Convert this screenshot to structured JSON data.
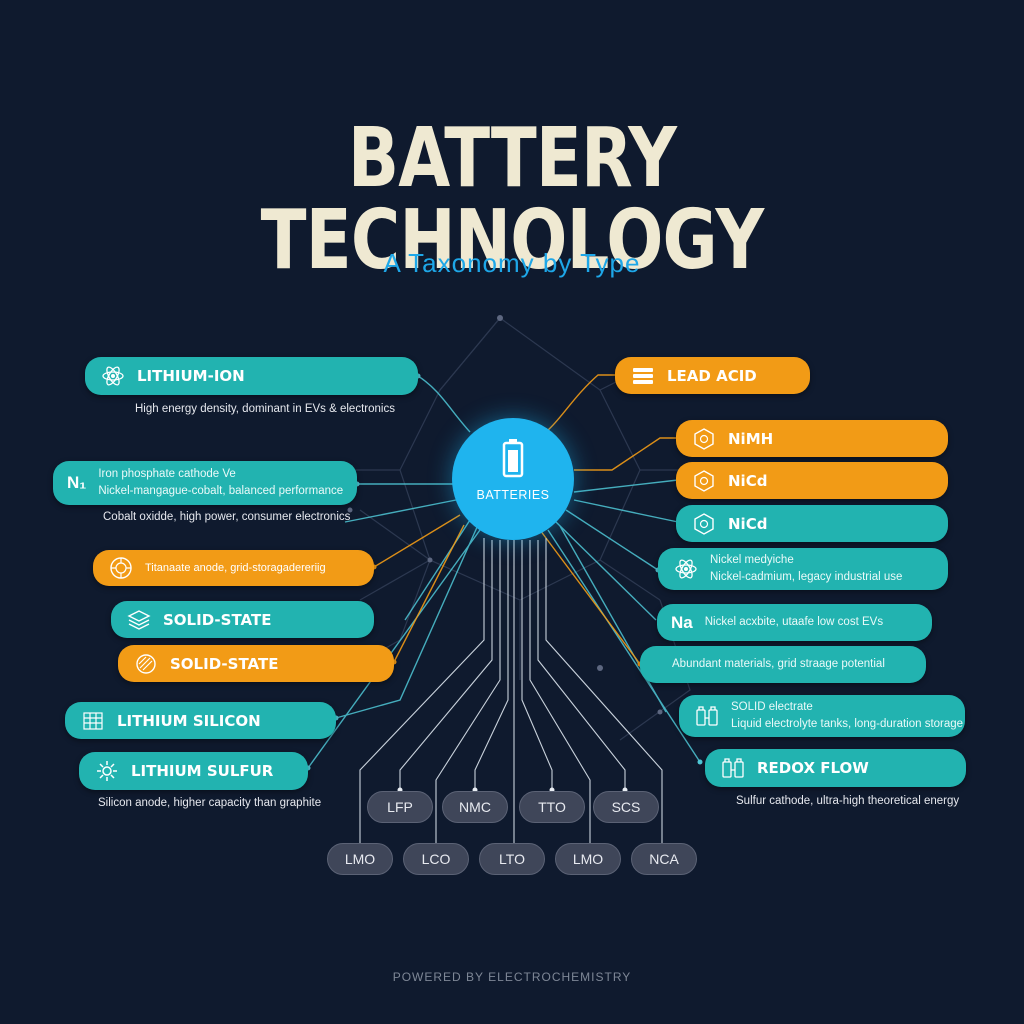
{
  "header": {
    "title": "BATTERY TECHNOLOGY",
    "subtitle": "A Taxonomy by Type"
  },
  "hub": {
    "label": "BATTERIES",
    "icon": "battery-icon"
  },
  "left_nodes": [
    {
      "label": "LITHIUM-ION",
      "icon": "atom-icon",
      "color": "teal",
      "note": "High energy density, dominant in EVs & electronics"
    },
    {
      "label_lines": [
        "Iron phosphate cathode Ve",
        "Nickel-mangague-cobalt, balanced performance"
      ],
      "badge": "N₁",
      "color": "teal",
      "note": "Cobalt oxidde, high power, consumer electronics"
    },
    {
      "label": "Titanaate anode, grid-storagadereriig",
      "icon": "cell-icon",
      "color": "orange"
    },
    {
      "label": "SOLID-STATE",
      "icon": "layers-icon",
      "color": "teal"
    },
    {
      "label": "SOLID-STATE",
      "icon": "pattern-icon",
      "color": "orange"
    },
    {
      "label": "LITHIUM SILICON",
      "icon": "grid-icon",
      "color": "teal"
    },
    {
      "label": "LITHIUM SULFUR",
      "icon": "gear-icon",
      "color": "teal",
      "note": "Silicon anode, higher capacity than graphite"
    }
  ],
  "right_nodes": [
    {
      "label": "LEAD ACID",
      "icon": "stack-icon",
      "color": "orange"
    },
    {
      "label": "NiMH",
      "icon": "hex-icon",
      "color": "orange"
    },
    {
      "label": "NiCd",
      "icon": "hex-icon",
      "color": "orange"
    },
    {
      "label": "NiCd",
      "icon": "hex-icon",
      "color": "teal"
    },
    {
      "label_lines": [
        "Nickel medyiche",
        "Nickel-cadmium, legacy industrial use"
      ],
      "icon": "atom-icon",
      "color": "teal"
    },
    {
      "label": "Nickel acxbite, utaafe low cost EVs",
      "badge": "Na",
      "color": "teal"
    },
    {
      "label": "Abundant materials, grid straage potential",
      "color": "teal"
    },
    {
      "label_lines": [
        "SOLID electrate",
        "Liquid electrolyte tanks, long-duration storage"
      ],
      "icon": "tanks-icon",
      "color": "teal"
    },
    {
      "label": "REDOX FLOW",
      "icon": "tanks-icon",
      "color": "teal",
      "note": "Sulfur cathode, ultra-high theoretical energy"
    }
  ],
  "chemistry_chips": {
    "top_row": [
      "LFP",
      "NMC",
      "TTO",
      "SCS"
    ],
    "bottom_row": [
      "LMO",
      "LCO",
      "LTO",
      "LMO",
      "NCA"
    ]
  },
  "footer": "POWERED BY ELECTROCHEMISTRY",
  "colors": {
    "background": "#0f1a2e",
    "teal": "#22b3b0",
    "orange": "#f29b16",
    "hub": "#1fb4ee",
    "title": "#efe9d2",
    "subtitle": "#1ea7e8",
    "chip": "#3f4659"
  }
}
